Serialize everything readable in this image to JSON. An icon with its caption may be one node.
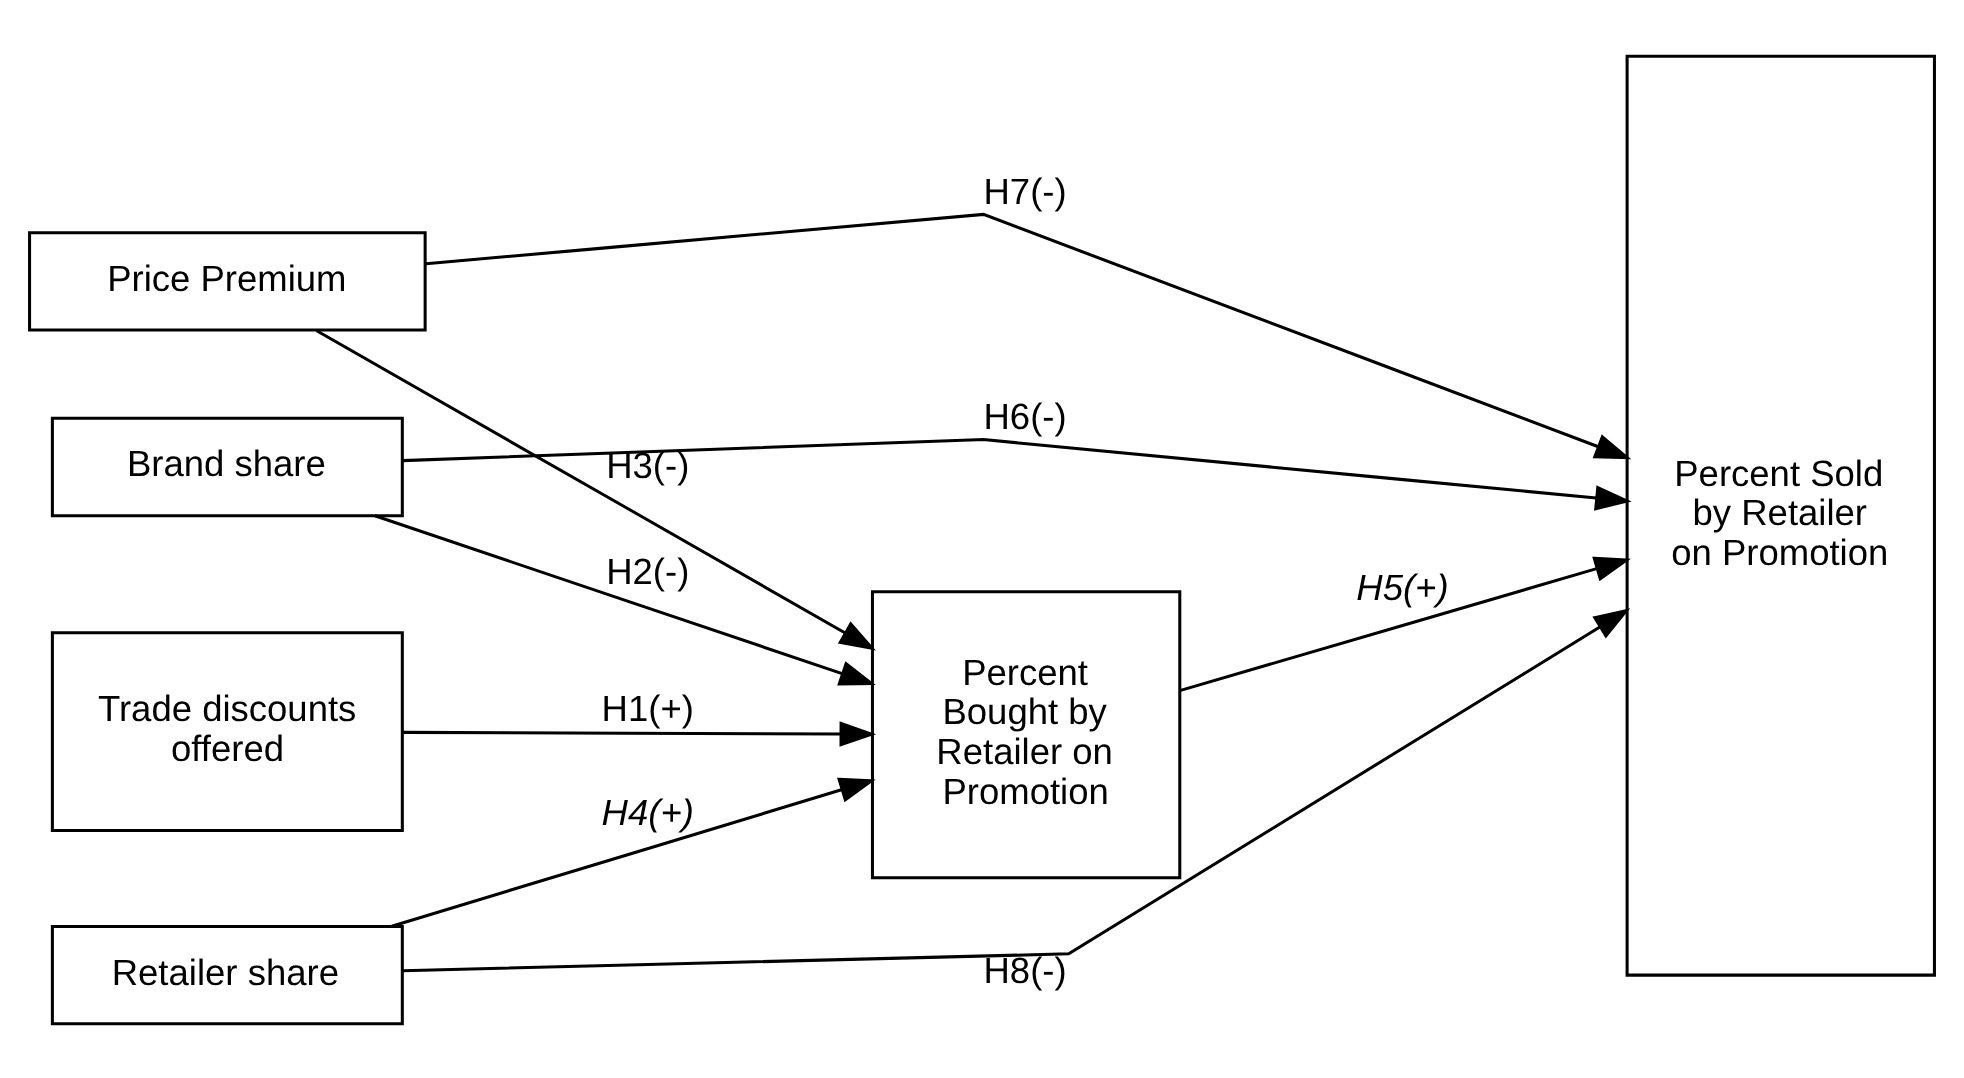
{
  "diagram": {
    "nodes": [
      {
        "text": [
          "Brand share"
        ]
      },
      {
        "text": [
          "Price Premium"
        ]
      },
      {
        "text": [
          "Trade discounts offered"
        ]
      },
      {
        "text": [
          "Percent Bought by Retailer on Promotion"
        ]
      },
      {
        "text": [
          "Percent Sold by Retailer on Promotion"
        ]
      },
      {
        "text": [
          "Retailer share"
        ]
      }
    ],
    "edges": [
      {
        "from": 0,
        "to": 4,
        "arrow": "to",
        "label": "H6(-)"
      },
      {
        "from": 0,
        "to": 3,
        "arrow": "to",
        "label": "H2(-)"
      },
      {
        "from": 1,
        "to": 4,
        "arrow": "to",
        "label": "H7(-)"
      },
      {
        "from": 1,
        "to": 3,
        "arrow": "to",
        "label": "H3(-)"
      },
      {
        "from": 2,
        "to": 3,
        "arrow": "to",
        "label": "H1(+)"
      },
      {
        "from": 5,
        "to": 3,
        "arrow": "to",
        "label": "H4(+)"
      },
      {
        "from": 3,
        "to": 4,
        "arrow": "to",
        "label": "H5(+)"
      },
      {
        "from": 5,
        "to": 4,
        "arrow": "to",
        "label": "H8(-)"
      }
    ]
  }
}
